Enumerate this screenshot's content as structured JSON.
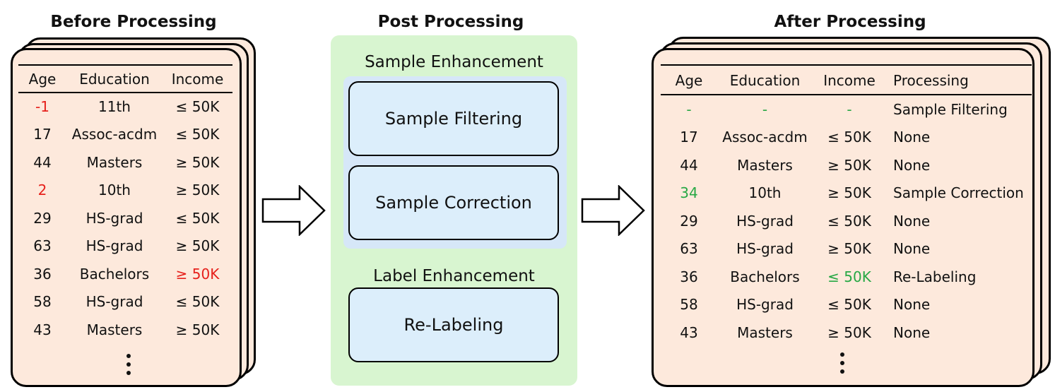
{
  "before": {
    "title": "Before Processing",
    "headers": [
      "Age",
      "Education",
      "Income"
    ],
    "rows": [
      {
        "age": "-1",
        "education": "11th",
        "income": "≤ 50K",
        "age_color": "#e6201b",
        "income_color": ""
      },
      {
        "age": "17",
        "education": "Assoc-acdm",
        "income": "≤ 50K",
        "age_color": "",
        "income_color": ""
      },
      {
        "age": "44",
        "education": "Masters",
        "income": "≥ 50K",
        "age_color": "",
        "income_color": ""
      },
      {
        "age": "2",
        "education": "10th",
        "income": "≥ 50K",
        "age_color": "#e6201b",
        "income_color": ""
      },
      {
        "age": "29",
        "education": "HS-grad",
        "income": "≤ 50K",
        "age_color": "",
        "income_color": ""
      },
      {
        "age": "63",
        "education": "HS-grad",
        "income": "≥ 50K",
        "age_color": "",
        "income_color": ""
      },
      {
        "age": "36",
        "education": "Bachelors",
        "income": "≥ 50K",
        "age_color": "",
        "income_color": "#e6201b"
      },
      {
        "age": "58",
        "education": "HS-grad",
        "income": "≤ 50K",
        "age_color": "",
        "income_color": ""
      },
      {
        "age": "43",
        "education": "Masters",
        "income": "≥ 50K",
        "age_color": "",
        "income_color": ""
      }
    ]
  },
  "post": {
    "title": "Post Processing",
    "sample_enhancement": {
      "label": "Sample Enhancement",
      "filtering": "Sample Filtering",
      "correction": "Sample Correction"
    },
    "label_enhancement": {
      "label": "Label Enhancement",
      "relabeling": "Re-Labeling"
    }
  },
  "after": {
    "title": "After Processing",
    "headers": [
      "Age",
      "Education",
      "Income",
      "Processing"
    ],
    "rows": [
      {
        "age": "-",
        "education": "-",
        "income": "-",
        "processing": "Sample Filtering",
        "age_color": "#27a845",
        "education_color": "#27a845",
        "income_color": "#27a845"
      },
      {
        "age": "17",
        "education": "Assoc-acdm",
        "income": "≤ 50K",
        "processing": "None",
        "age_color": "",
        "education_color": "",
        "income_color": ""
      },
      {
        "age": "44",
        "education": "Masters",
        "income": "≥ 50K",
        "processing": "None",
        "age_color": "",
        "education_color": "",
        "income_color": ""
      },
      {
        "age": "34",
        "education": "10th",
        "income": "≥ 50K",
        "processing": "Sample Correction",
        "age_color": "#27a845",
        "education_color": "",
        "income_color": ""
      },
      {
        "age": "29",
        "education": "HS-grad",
        "income": "≤ 50K",
        "processing": "None",
        "age_color": "",
        "education_color": "",
        "income_color": ""
      },
      {
        "age": "63",
        "education": "HS-grad",
        "income": "≥ 50K",
        "processing": "None",
        "age_color": "",
        "education_color": "",
        "income_color": ""
      },
      {
        "age": "36",
        "education": "Bachelors",
        "income": "≤ 50K",
        "processing": "Re-Labeling",
        "age_color": "",
        "education_color": "",
        "income_color": "#27a845"
      },
      {
        "age": "58",
        "education": "HS-grad",
        "income": "≤ 50K",
        "processing": "None",
        "age_color": "",
        "education_color": "",
        "income_color": ""
      },
      {
        "age": "43",
        "education": "Masters",
        "income": "≥ 50K",
        "processing": "None",
        "age_color": "",
        "education_color": "",
        "income_color": ""
      }
    ]
  },
  "colors": {
    "card_fill": "#fde9dc",
    "post_panel": "#d8f5d0",
    "process_box": "#dceefb",
    "error_red": "#e6201b",
    "fix_green": "#27a845"
  }
}
